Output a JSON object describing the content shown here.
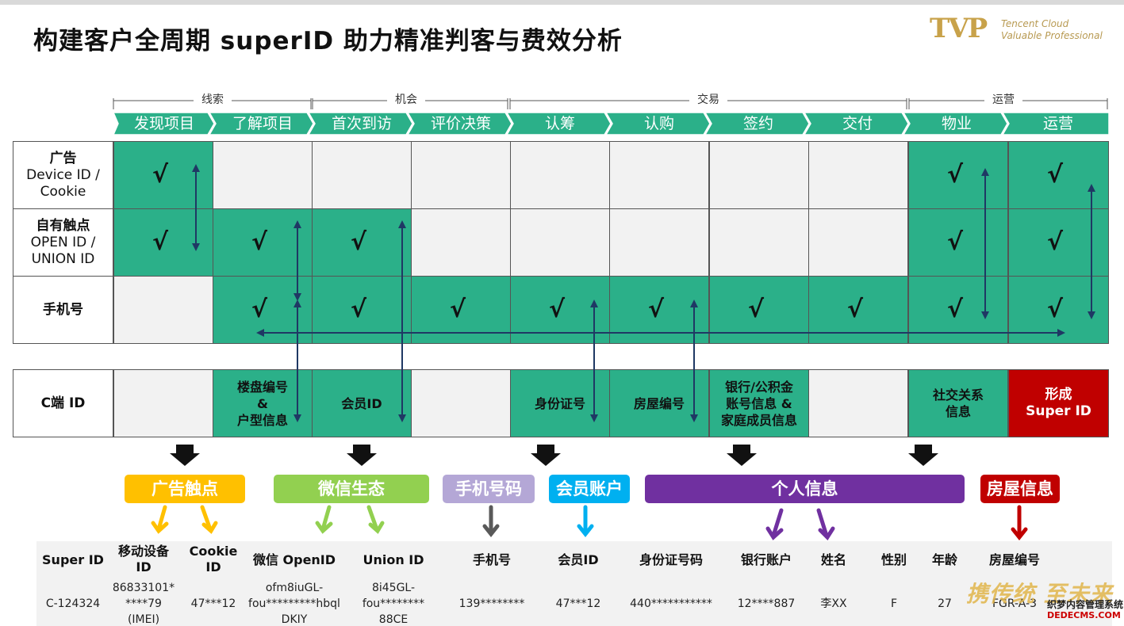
{
  "title": "构建客户全周期 superID  助力精准判客与费效分析",
  "logo": {
    "mark": "TVP",
    "line1": "Tencent Cloud",
    "line2": "Valuable Professional"
  },
  "phases": [
    "线索",
    "机会",
    "交易",
    "运营"
  ],
  "stages": [
    "发现项目",
    "了解项目",
    "首次到访",
    "评价决策",
    "认筹",
    "认购",
    "签约",
    "交付",
    "物业",
    "运营"
  ],
  "rows": [
    {
      "title": "广告",
      "sub1": "Device ID /",
      "sub2": "Cookie"
    },
    {
      "title": "自有触点",
      "sub1": "OPEN ID /",
      "sub2": "UNION ID"
    },
    {
      "title": "手机号",
      "sub1": "",
      "sub2": ""
    }
  ],
  "check_mark": "√",
  "cid": {
    "label": "C端 ID",
    "cells": [
      "",
      "楼盘编号\n&\n户型信息",
      "会员ID",
      "",
      "身份证号",
      "房屋编号",
      "银行/公积金\n账号信息 &\n家庭成员信息",
      "",
      "社交关系\n信息",
      "形成\nSuper ID"
    ]
  },
  "categories": [
    {
      "label": "广告触点",
      "color": "#ffc000"
    },
    {
      "label": "微信生态",
      "color": "#92d050"
    },
    {
      "label": "手机号码",
      "color": "#b4a7d6"
    },
    {
      "label": "会员账户",
      "color": "#00b0f0"
    },
    {
      "label": "个人信息",
      "color": "#7030a0"
    },
    {
      "label": "房屋信息",
      "color": "#c00000"
    }
  ],
  "fields": {
    "headers": [
      "Super ID",
      "移动设备\nID",
      "Cookie\nID",
      "微信 OpenID",
      "Union ID",
      "手机号",
      "会员ID",
      "身份证号码",
      "银行账户",
      "姓名",
      "性别",
      "年龄",
      "房屋编号"
    ],
    "values": [
      "C-124324",
      "86833101*\n****79\n(IMEI)",
      "47***12",
      "ofm8iuGL-\nfou*********hbql\nDKIY",
      "8i45GL-\nfou********\n88CE",
      "139********",
      "47***12",
      "440***********",
      "12****887",
      "李XX",
      "F",
      "27",
      "FGR-A-3"
    ]
  },
  "watermark": {
    "line1": "携传统 至未来",
    "line2": "织梦内容管理系统",
    "line3": "DEDECMS.COM"
  },
  "colors": {
    "green": "#2bb089",
    "gray": "#f2f2f2",
    "red": "#c00000",
    "arrow": "#1f3864"
  }
}
